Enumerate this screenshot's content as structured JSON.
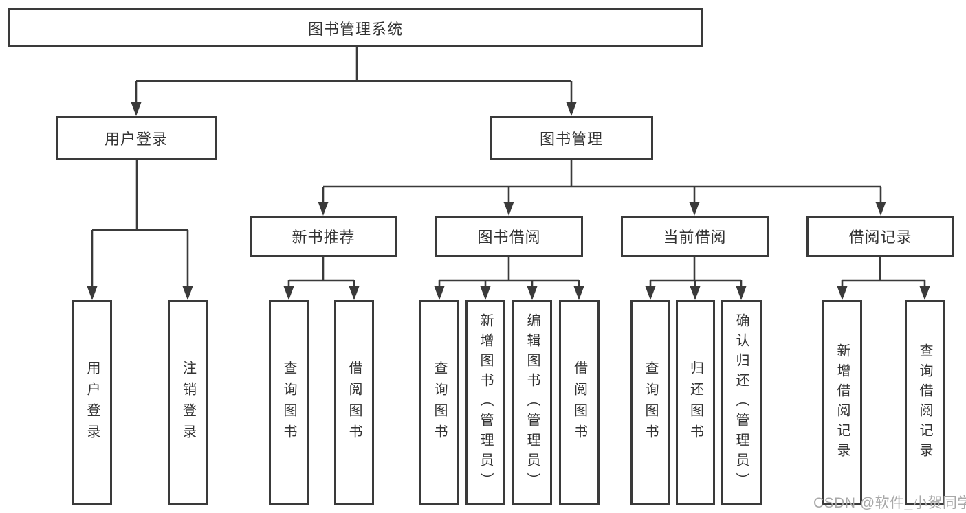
{
  "diagram": {
    "nodes": {
      "root": "图书管理系统",
      "user_login": "用户登录",
      "book_management": "图书管理",
      "new_book_recommend": "新书推荐",
      "book_borrow": "图书借阅",
      "current_borrow": "当前借阅",
      "borrow_record": "借阅记录",
      "leaf_user_login": "用户登录",
      "leaf_logout_login": "注销登录",
      "leaf_query_book_a": "查询图书",
      "leaf_borrow_book_a": "借阅图书",
      "leaf_query_book_b": "查询图书",
      "leaf_add_book_admin": "新增图书（管理员）",
      "leaf_edit_book_admin": "编辑图书（管理员）",
      "leaf_borrow_book_b": "借阅图书",
      "leaf_query_book_c": "查询图书",
      "leaf_return_book": "归还图书",
      "leaf_confirm_return_admin": "确认归还（管理员）",
      "leaf_add_borrow_record": "新增借阅记录",
      "leaf_query_borrow_record": "查询借阅记录"
    }
  },
  "watermark": {
    "text": "CSDN @软件_小贺同学"
  },
  "colors": {
    "line": "#3a3a3a",
    "text": "#333333",
    "box_bg": "#ffffff",
    "page_bg": "#ffffff",
    "watermark": "#a8a8a8"
  }
}
